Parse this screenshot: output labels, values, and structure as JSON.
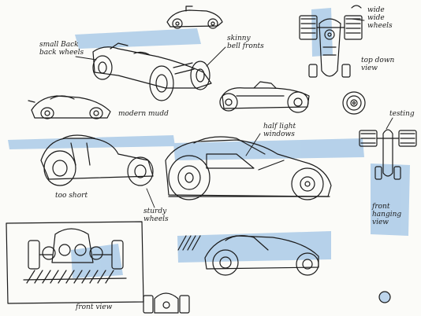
{
  "colors": {
    "ink": "#1b1b1b",
    "wash": "#7fb0df",
    "paper": "#fbfbf8"
  },
  "annotations": {
    "small_back_wheels": "small Back\nback wheels",
    "skinny_bell_fronts": "skinny\nbell fronts",
    "wide_rear_wheels": "wide\nwide\nwheels",
    "top_down_view": "top down\nview",
    "modern_mudguards": "modern mudd",
    "half_light_windows": "half light\nwindows",
    "testing": "testing",
    "too_short": "too short",
    "front_hanging_view": "front\nhanging\nview",
    "sturdy_wheels": "sturdy\nwheels",
    "front_view": "front view"
  }
}
